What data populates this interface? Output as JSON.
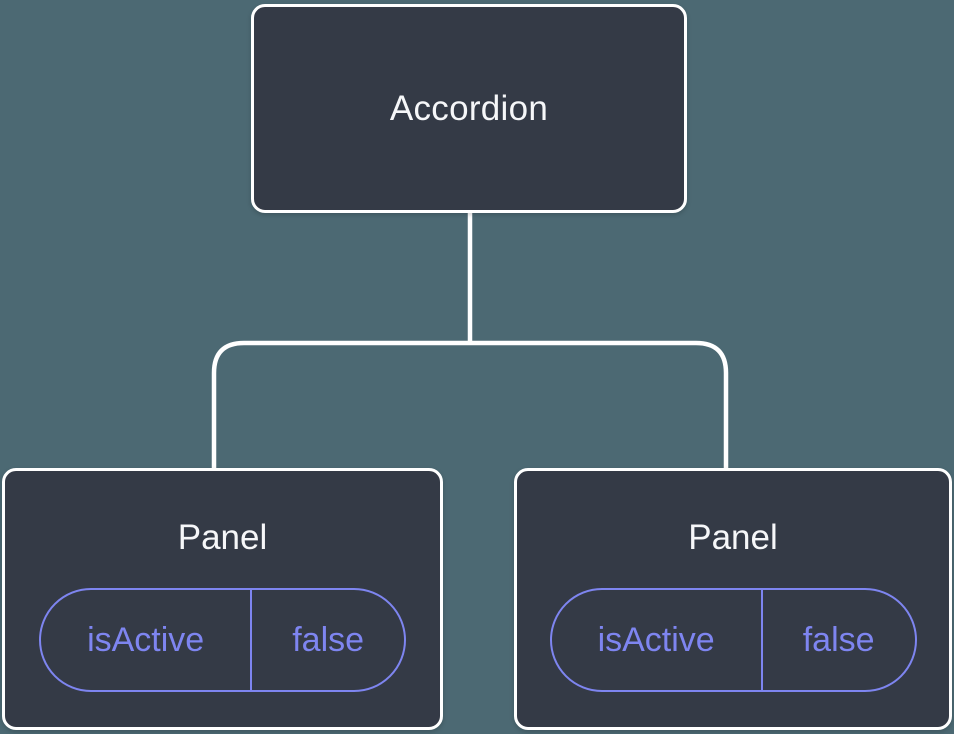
{
  "diagram": {
    "description": "Component tree diagram",
    "root": {
      "label": "Accordion"
    },
    "children": [
      {
        "label": "Panel",
        "state": {
          "key": "isActive",
          "value": "false"
        }
      },
      {
        "label": "Panel",
        "state": {
          "key": "isActive",
          "value": "false"
        }
      }
    ]
  },
  "colors": {
    "background": "#4C6973",
    "node_fill": "#343A46",
    "node_border": "#FFFFFF",
    "node_text": "#F6F7F9",
    "state_accent": "#7E85F0",
    "connector": "#FFFFFF"
  }
}
